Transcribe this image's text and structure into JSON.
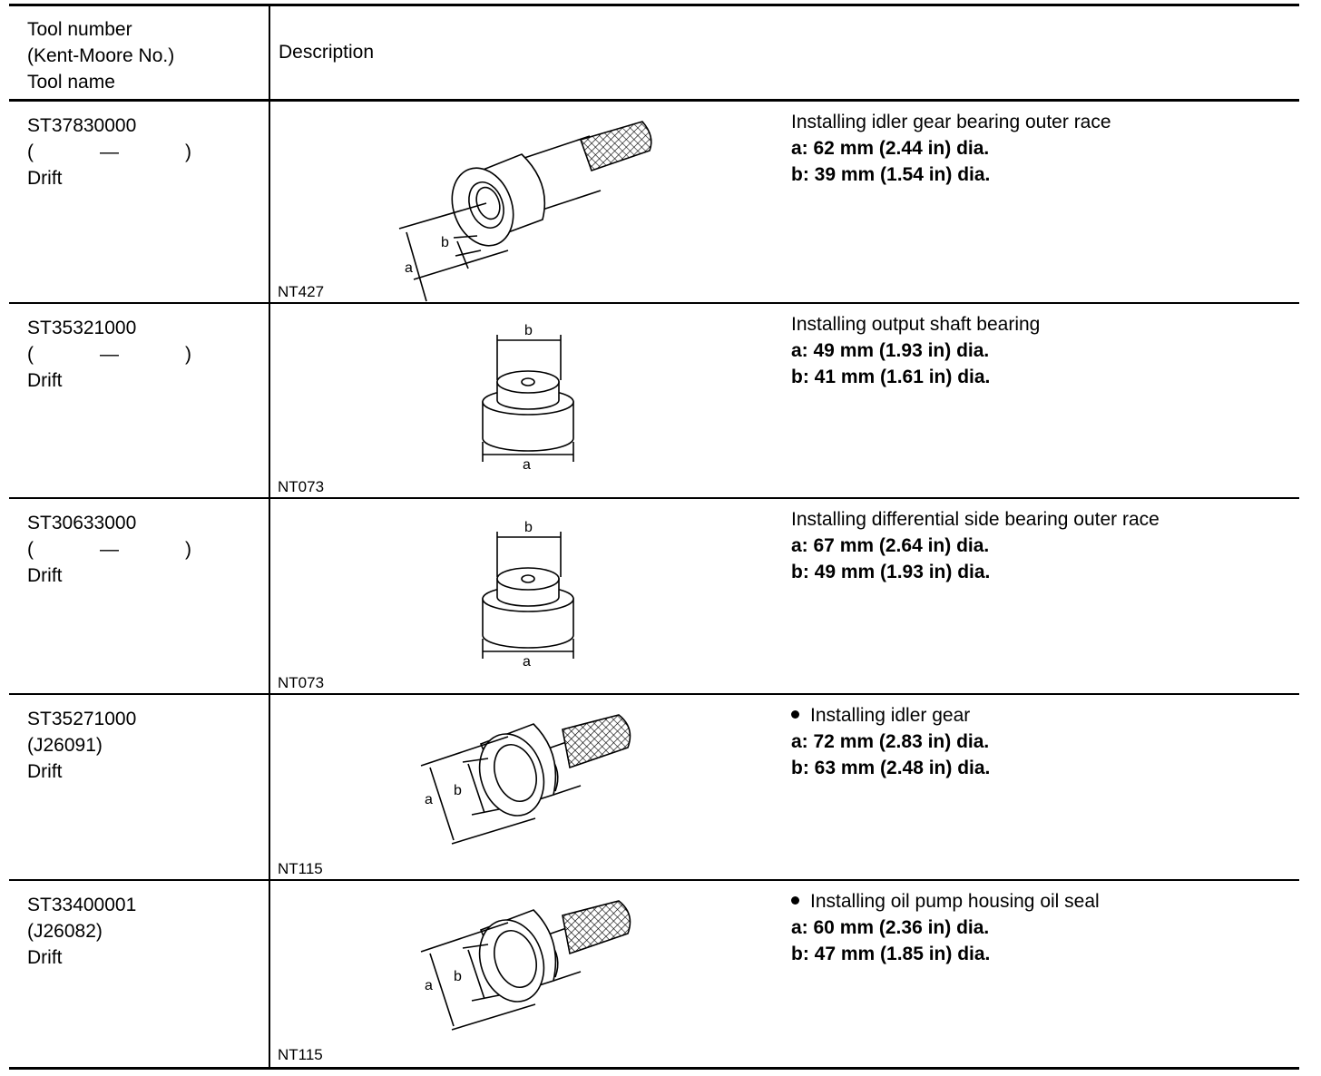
{
  "header": {
    "col1_lines": [
      "Tool number",
      "(Kent-Moore No.)",
      "Tool name"
    ],
    "col2": "Description"
  },
  "rows": [
    {
      "tool_number": "ST37830000",
      "km_open": "(",
      "km_number": "—",
      "km_close": ")",
      "tool_name": "Drift",
      "figure_code": "NT427",
      "figure_labels": {
        "a": "a",
        "b": "b"
      },
      "description": "Installing idler gear bearing outer race",
      "spec_a": "a: 62 mm (2.44 in) dia.",
      "spec_b": "b: 39 mm (1.54 in) dia."
    },
    {
      "tool_number": "ST35321000",
      "km_open": "(",
      "km_number": "—",
      "km_close": ")",
      "tool_name": "Drift",
      "figure_code": "NT073",
      "figure_labels": {
        "a": "a",
        "b": "b"
      },
      "description": "Installing output shaft bearing",
      "spec_a": "a: 49 mm (1.93 in) dia.",
      "spec_b": "b: 41 mm (1.61 in) dia."
    },
    {
      "tool_number": "ST30633000",
      "km_open": "(",
      "km_number": "—",
      "km_close": ")",
      "tool_name": "Drift",
      "figure_code": "NT073",
      "figure_labels": {
        "a": "a",
        "b": "b"
      },
      "description": "Installing differential side bearing outer race",
      "spec_a": "a: 67 mm (2.64 in) dia.",
      "spec_b": "b: 49 mm (1.93 in) dia."
    },
    {
      "tool_number": "ST35271000",
      "km_line": "(J26091)",
      "tool_name": "Drift",
      "figure_code": "NT115",
      "figure_labels": {
        "a": "a",
        "b": "b"
      },
      "description": "Installing idler gear",
      "spec_a": "a: 72 mm (2.83 in) dia.",
      "spec_b": "b: 63 mm (2.48 in) dia."
    },
    {
      "tool_number": "ST33400001",
      "km_line": "(J26082)",
      "tool_name": "Drift",
      "figure_code": "NT115",
      "figure_labels": {
        "a": "a",
        "b": "b"
      },
      "description": "Installing oil pump housing oil seal",
      "spec_a": "a: 60 mm (2.36 in) dia.",
      "spec_b": "b: 47 mm (1.85 in) dia."
    }
  ]
}
